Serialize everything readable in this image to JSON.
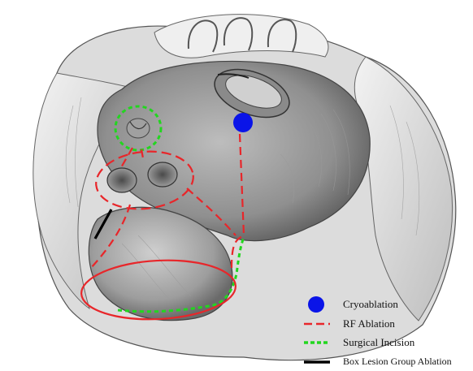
{
  "colors": {
    "cryoablation": "#0a14e8",
    "rf_ablation": "#e8262a",
    "surgical_incision": "#22d61f",
    "box_lesion": "#000000",
    "tissue": "#e9e9e9",
    "tissue_shadow": "#7b7b7b"
  },
  "legend": {
    "items": [
      {
        "label": "Cryoablation",
        "symbol": "blue-dot"
      },
      {
        "label": "RF Ablation",
        "symbol": "red-dashed-line"
      },
      {
        "label": "Surgical Incision",
        "symbol": "green-dotted-line"
      },
      {
        "label": "Box Lesion Group Ablation",
        "symbol": "black-solid-line"
      }
    ]
  }
}
